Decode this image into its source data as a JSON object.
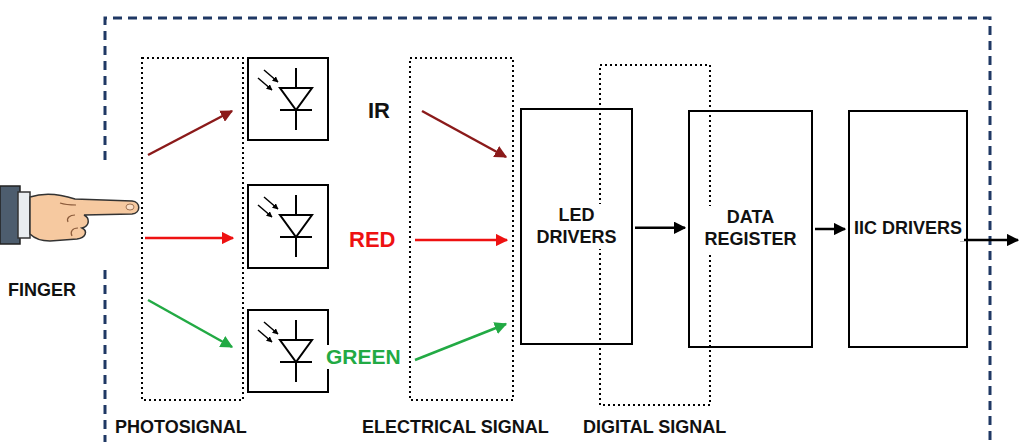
{
  "diagram": {
    "nodes": [
      {
        "text": [
          "LED DRIVERS"
        ]
      },
      {
        "text": [
          "DATA REGISTER"
        ]
      },
      {
        "text": [
          "IIC DRIVERS"
        ]
      }
    ],
    "edges": [
      {
        "from": 0,
        "to": 1,
        "arrow": "to"
      },
      {
        "from": 1,
        "to": 2,
        "arrow": "to"
      }
    ],
    "labels": [
      "FINGER",
      "IR",
      "RED",
      "GREEN",
      "PHOTOSIGNAL",
      "ELECTRICAL SIGNAL",
      "DIGITAL SIGNAL"
    ]
  }
}
